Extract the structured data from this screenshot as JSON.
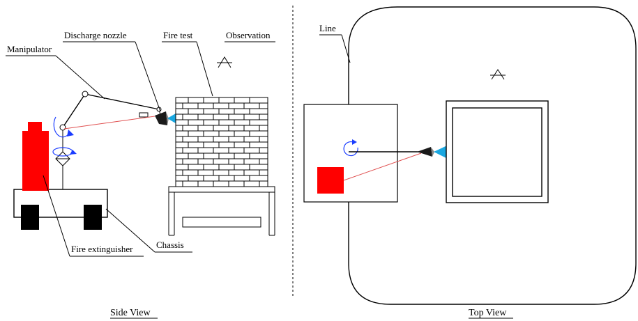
{
  "side_view": {
    "caption": "Side View",
    "labels": {
      "discharge_nozzle": "Discharge nozzle",
      "fire_test": "Fire test",
      "observation": "Observation",
      "manipulator": "Manipulator",
      "fire_extinguisher": "Fire extinguisher",
      "chassis": "Chassis"
    }
  },
  "top_view": {
    "caption": "Top View",
    "labels": {
      "line": "Line"
    }
  },
  "colors": {
    "extinguisher": "#ff0000",
    "spray": "#1aa7e0",
    "rotation": "#1a3cff",
    "wheel": "#000000",
    "laser": "#e05050"
  }
}
